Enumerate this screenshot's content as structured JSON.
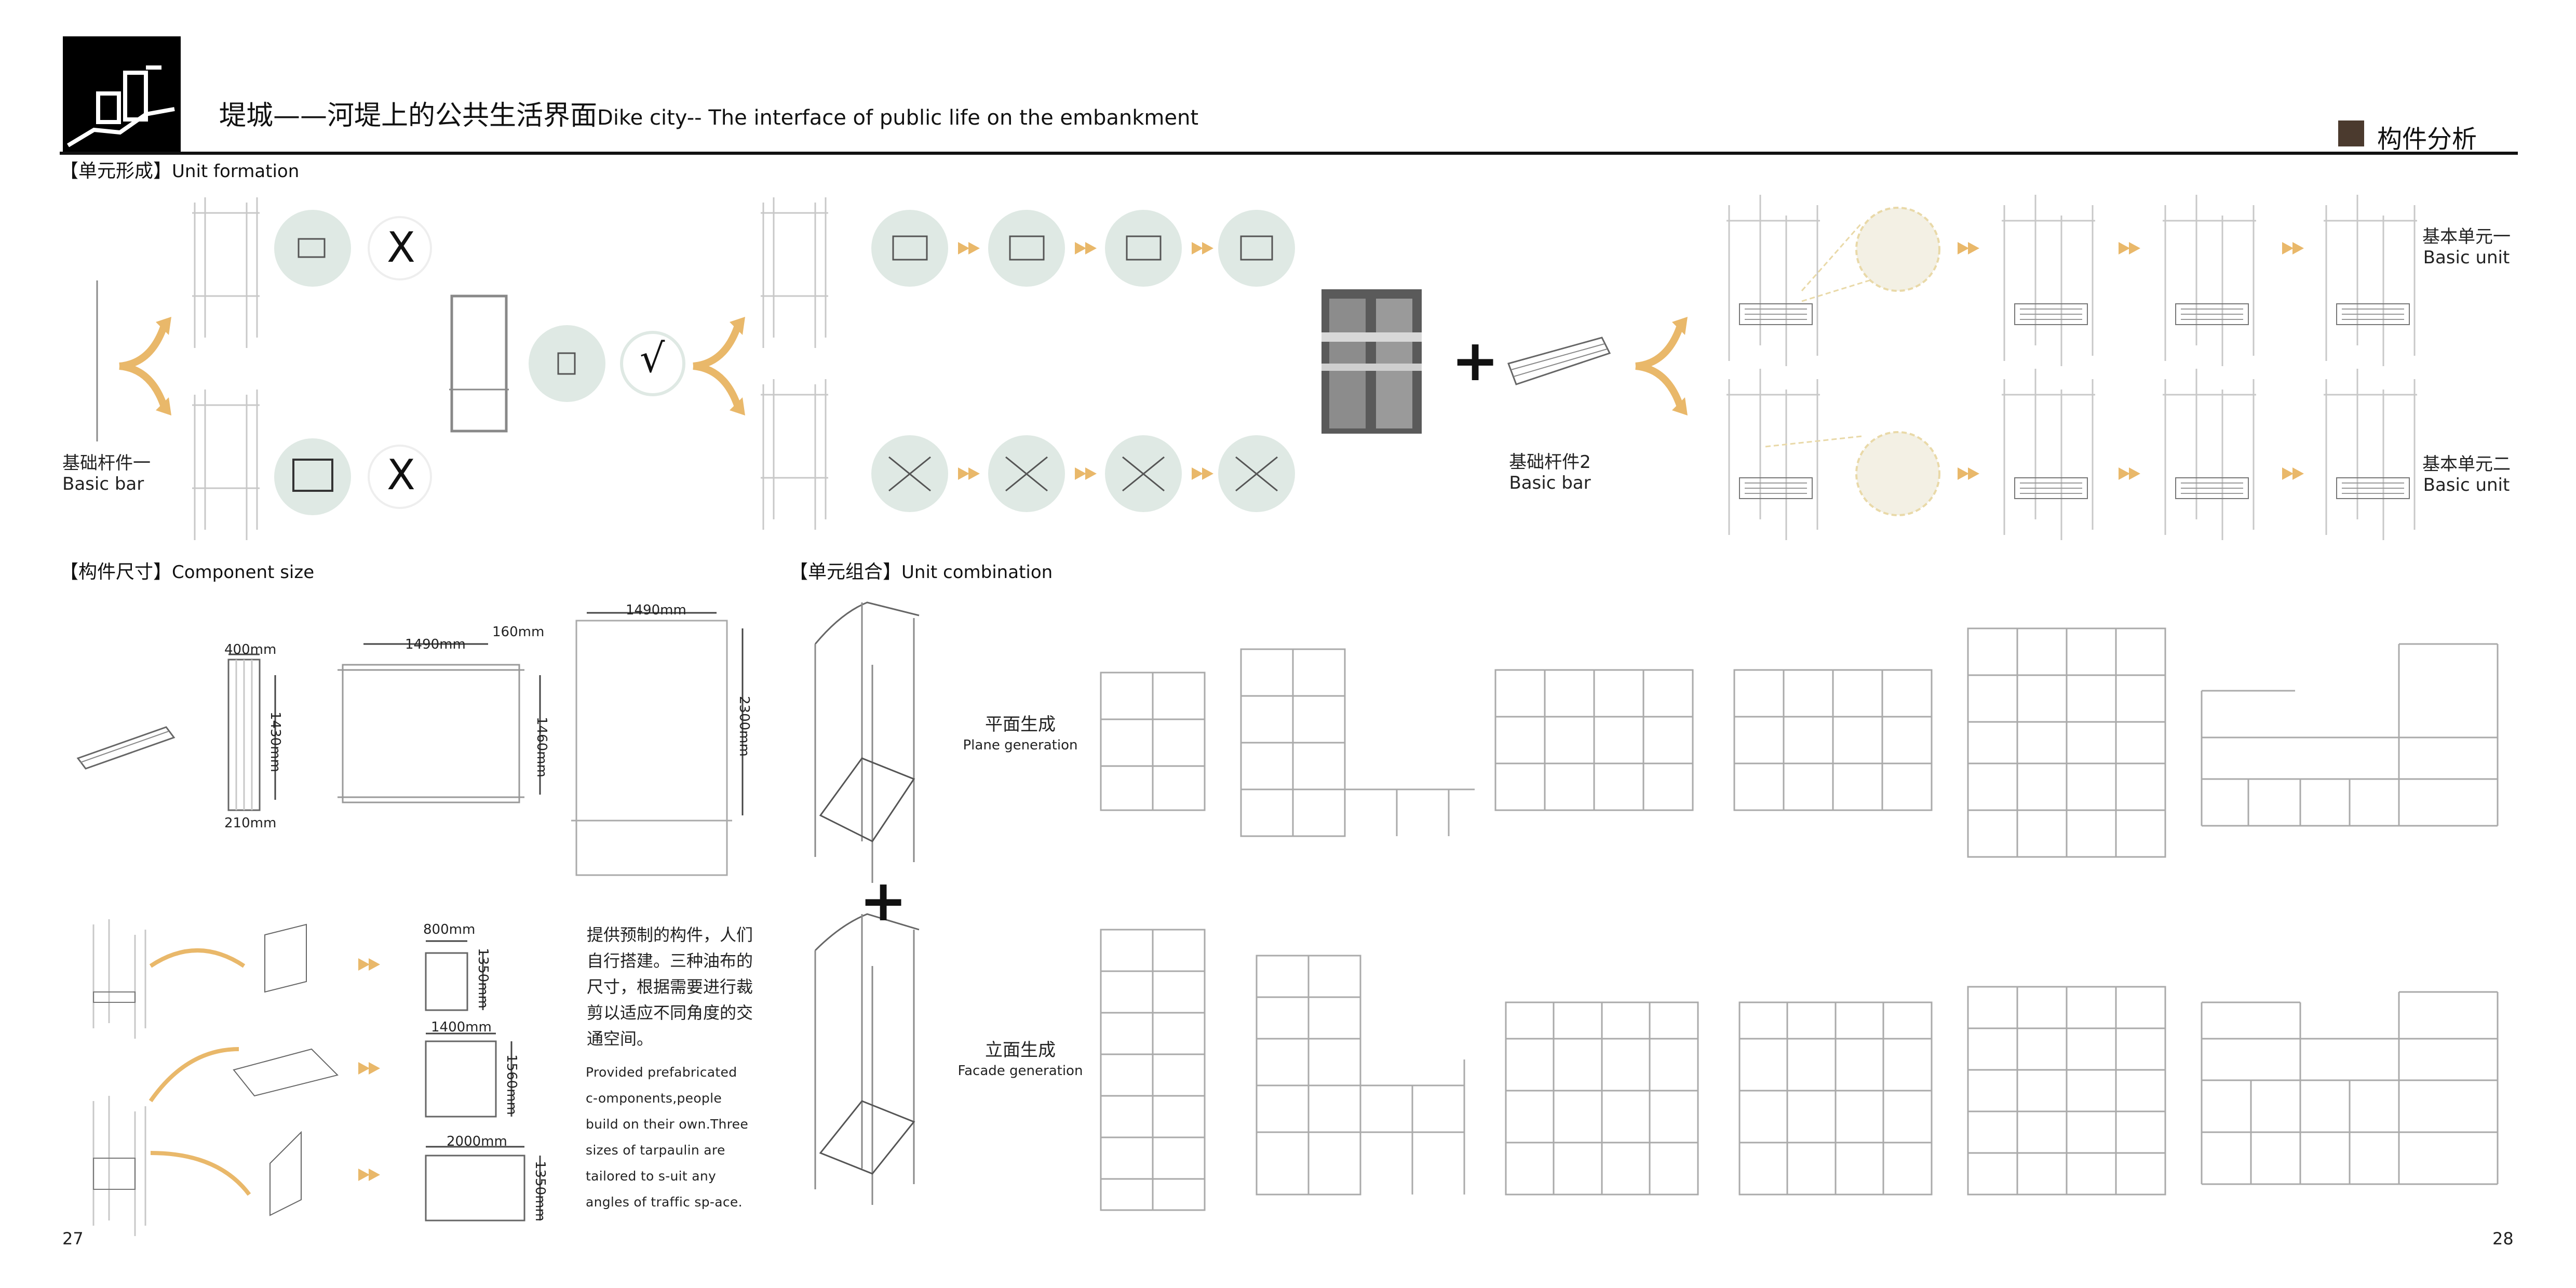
{
  "header": {
    "title_zh": "堤城——河堤上的公共生活界面",
    "title_en": "Dike city-- The interface of public life on the embankment",
    "section_label": "构件分析"
  },
  "sections": {
    "unit_formation": {
      "zh": "【单元形成】",
      "en": "Unit formation"
    },
    "component_size": {
      "zh": "【构件尺寸】",
      "en": "Component size"
    },
    "unit_combination": {
      "zh": "【单元组合】",
      "en": "Unit combination"
    }
  },
  "formation": {
    "basic_bar1_zh": "基础杆件一",
    "basic_bar1_en": "Basic bar",
    "basic_bar2_zh": "基础杆件2",
    "basic_bar2_en": "Basic bar",
    "unit1_zh": "基本单元一",
    "unit1_en": "Basic unit",
    "unit2_zh": "基本单元二",
    "unit2_en": "Basic unit",
    "cross_mark": "X",
    "check_mark": "√",
    "plus": "+"
  },
  "dimensions": {
    "w400": "400mm",
    "h1430": "1430mm",
    "w210": "210mm",
    "w1490a": "1490mm",
    "w160": "160mm",
    "h1460": "1460mm",
    "w1490b": "1490mm",
    "h2300": "2300mm",
    "w800": "800mm",
    "h1350a": "1350mm",
    "w1400": "1400mm",
    "h1560": "1560mm",
    "w2000": "2000mm",
    "h1350b": "1350mm"
  },
  "description": {
    "zh": "提供预制的构件，人们自行搭建。三种油布的尺寸，根据需要进行裁剪以适应不同角度的交通空间。",
    "en": "Provided prefabricated c-omponents,people build on their own.Three sizes of tarpaulin are tailored to s-uit any angles of traffic sp-ace."
  },
  "combination": {
    "plane_zh": "平面生成",
    "plane_en": "Plane generation",
    "facade_zh": "立面生成",
    "facade_en": "Facade generation",
    "plus": "+"
  },
  "pages": {
    "left": "27",
    "right": "28"
  },
  "colors": {
    "accent_brown": "#4b3a2e",
    "arrow_orange": "#e9b86a",
    "circle_green": "#dfe9e4"
  }
}
